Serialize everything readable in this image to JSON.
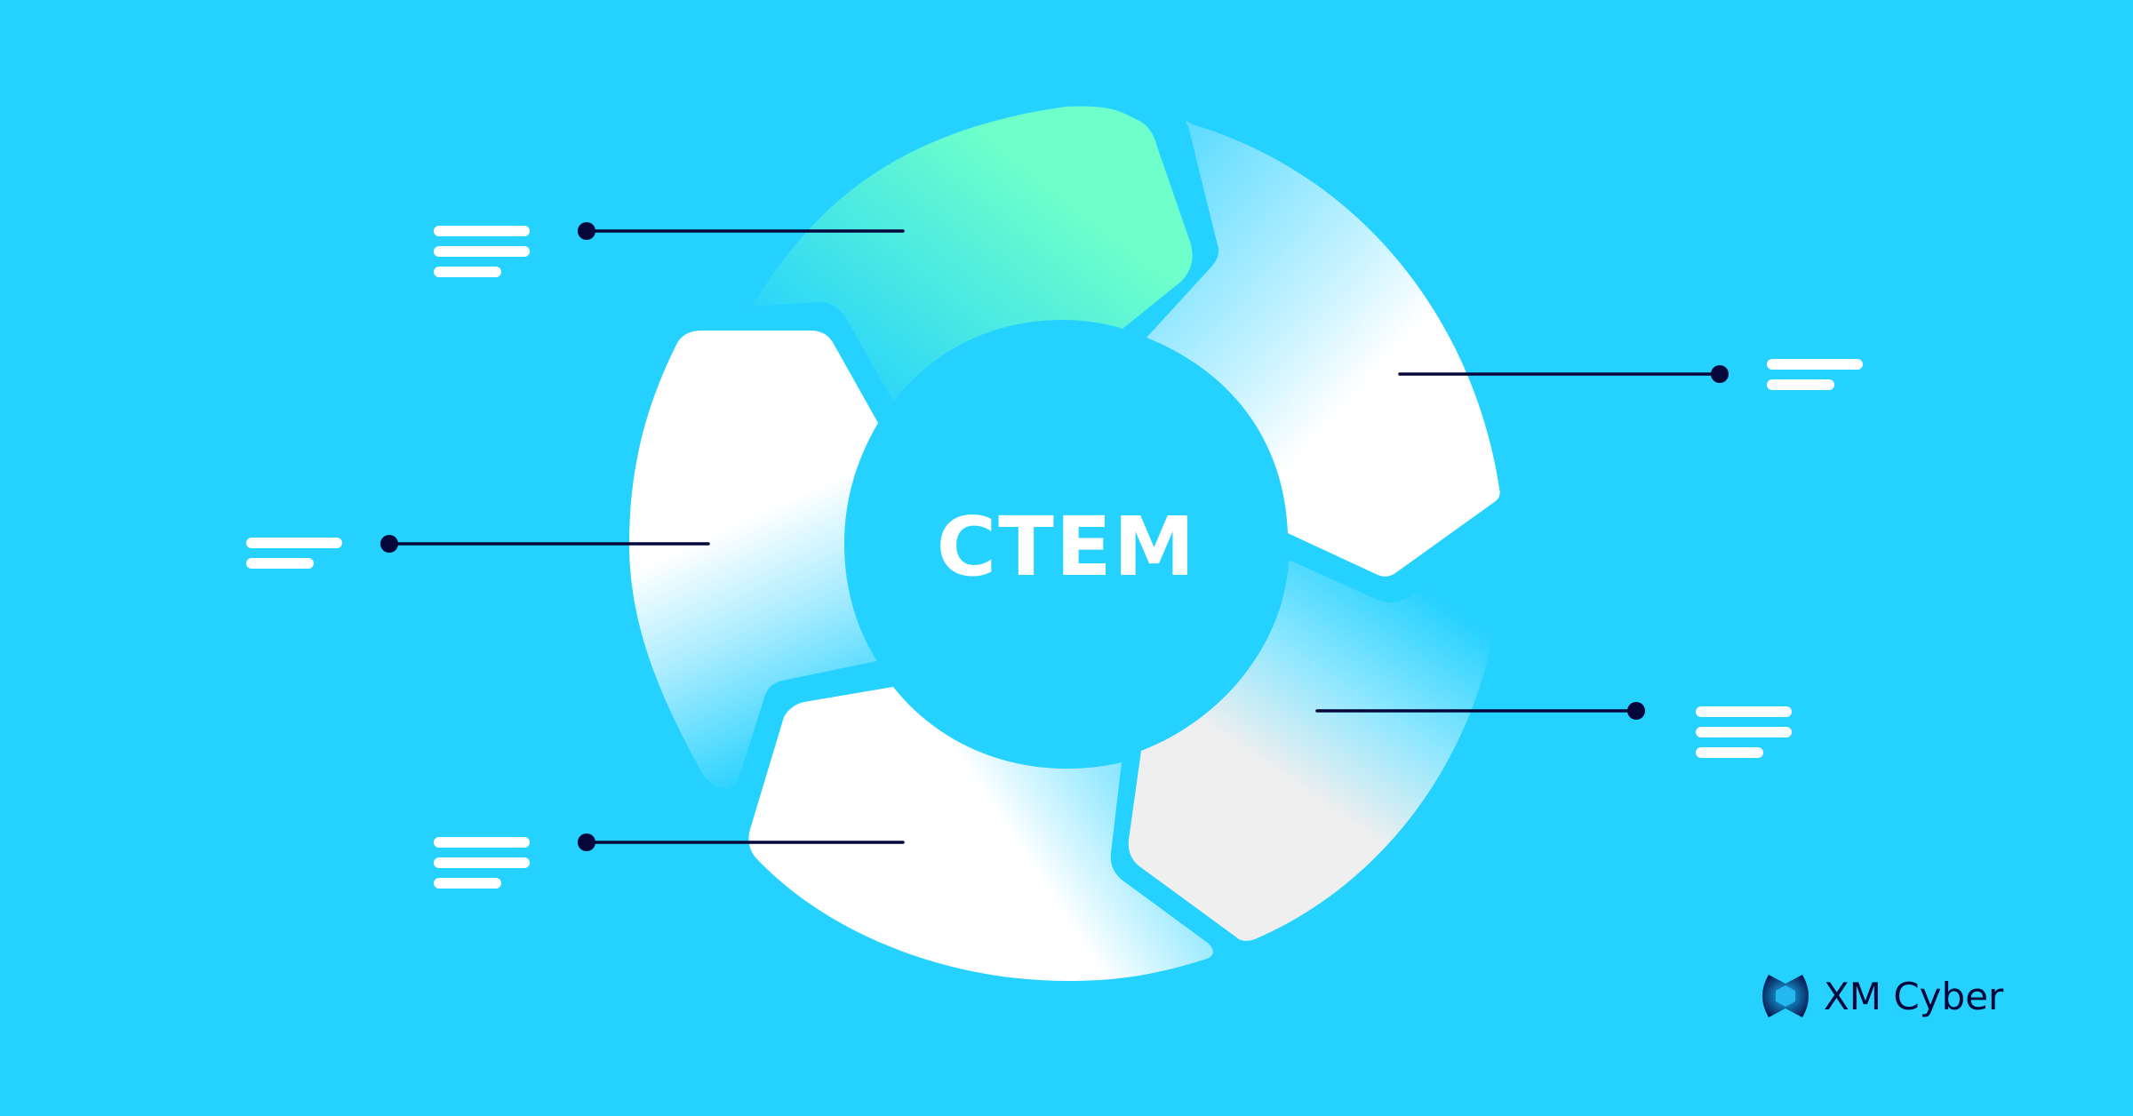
{
  "diagram": {
    "title": "CTEM",
    "type": "cycle",
    "background_color": "#24d1ff",
    "line_color": "#05063a",
    "segments": [
      {
        "id": "top",
        "fill": "green-cyan gradient",
        "colors": [
          "#2fd6f0",
          "#6effc8"
        ]
      },
      {
        "id": "right-upper",
        "fill": "cyan-white gradient",
        "colors": [
          "#7fe2ff",
          "#ffffff"
        ]
      },
      {
        "id": "right-lower",
        "fill": "cyan-grey gradient",
        "colors": [
          "#5fdcff",
          "#efefef"
        ]
      },
      {
        "id": "bottom",
        "fill": "white-cyan gradient",
        "colors": [
          "#ffffff",
          "#5fdcff"
        ]
      },
      {
        "id": "left",
        "fill": "white-cyan gradient",
        "colors": [
          "#ffffff",
          "#2dd3ff"
        ]
      }
    ],
    "callouts": [
      {
        "position": "top-left",
        "text_lines": 3
      },
      {
        "position": "right-upper",
        "text_lines": 2
      },
      {
        "position": "left",
        "text_lines": 2
      },
      {
        "position": "right-lower",
        "text_lines": 3
      },
      {
        "position": "bottom-left",
        "text_lines": 3
      }
    ]
  },
  "brand": {
    "name": "XM Cyber",
    "logo_icon": "xm-cyber-logo-icon"
  }
}
